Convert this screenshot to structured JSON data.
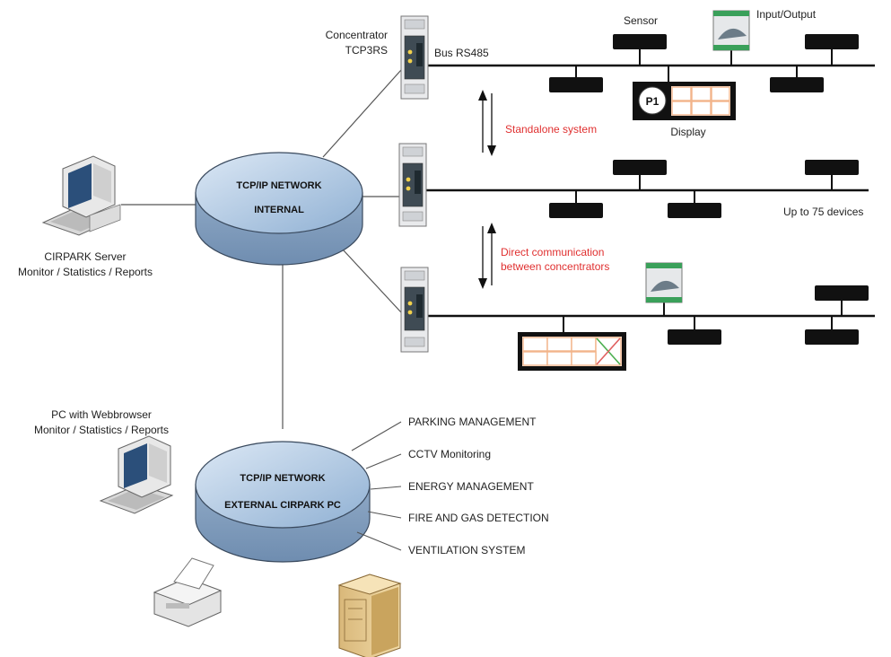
{
  "labels": {
    "concentrator_line1": "Concentrator",
    "concentrator_line2": "TCP3RS",
    "bus": "Bus RS485",
    "sensor": "Sensor",
    "input_output": "Input/Output",
    "display": "Display",
    "display_p1": "P1",
    "standalone": "Standalone system",
    "direct_comm_line1": "Direct communication",
    "direct_comm_line2": "between concentrators",
    "up_to": "Up to 75 devices",
    "network_internal_line1": "TCP/IP NETWORK",
    "network_internal_line2": "INTERNAL",
    "network_external_line1": "TCP/IP NETWORK",
    "network_external_line2": "EXTERNAL CIRPARK PC",
    "server_line1": "CIRPARK Server",
    "server_line2": "Monitor / Statistics / Reports",
    "pc_line1": "PC with Webbrowser",
    "pc_line2": "Monitor / Statistics / Reports"
  },
  "services": [
    "PARKING MANAGEMENT",
    "CCTV Monitoring",
    "ENERGY MANAGEMENT",
    "FIRE AND GAS DETECTION",
    "VENTILATION SYSTEM"
  ],
  "colors": {
    "network_fill": "#aac4de",
    "network_stroke": "#3a4a5e",
    "accent_red": "#e03030",
    "display_cell": "#f2b48a",
    "sensor_body": "#111111"
  }
}
